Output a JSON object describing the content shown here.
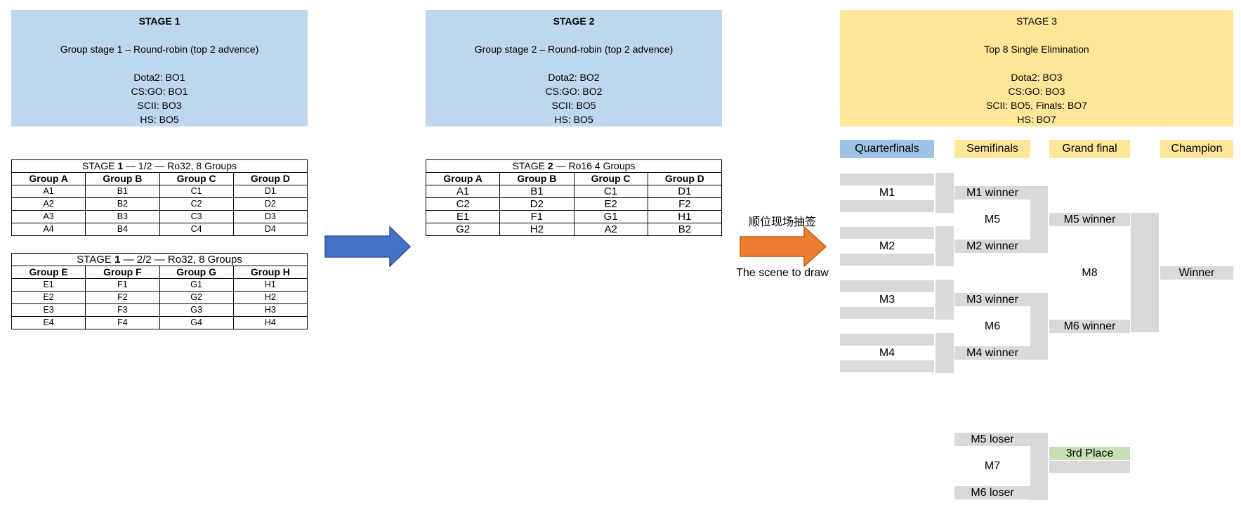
{
  "stage1": {
    "title": "STAGE 1",
    "desc": "Group stage 1 – Round-robin (top 2 advence)",
    "formats": [
      "Dota2: BO1",
      "CS:GO: BO1",
      "SCII: BO3",
      "HS: BO5"
    ]
  },
  "stage2": {
    "title": "STAGE 2",
    "desc": "Group stage 2 – Round-robin (top 2 advence)",
    "formats": [
      "Dota2: BO2",
      "CS:GO: BO2",
      "SCII: BO5",
      "HS: BO5"
    ]
  },
  "stage3": {
    "title": "STAGE 3",
    "desc": "Top 8 Single Elimination",
    "formats": [
      "Dota2: BO3",
      "CS:GO: BO3",
      "SCII: BO5,  Finals: BO7",
      "HS: BO7"
    ]
  },
  "table1": {
    "cap_pre": "STAGE ",
    "cap_num": "1",
    "cap_post": " — 1/2 — Ro32, 8 Groups",
    "headers": [
      "Group A",
      "Group B",
      "Group C",
      "Group D"
    ],
    "rows": [
      [
        "A1",
        "B1",
        "C1",
        "D1"
      ],
      [
        "A2",
        "B2",
        "C2",
        "D2"
      ],
      [
        "A3",
        "B3",
        "C3",
        "D3"
      ],
      [
        "A4",
        "B4",
        "C4",
        "D4"
      ]
    ]
  },
  "table2": {
    "cap_pre": "STAGE ",
    "cap_num": "1",
    "cap_post": " — 2/2 — Ro32, 8 Groups",
    "headers": [
      "Group E",
      "Group F",
      "Group G",
      "Group H"
    ],
    "rows": [
      [
        "E1",
        "F1",
        "G1",
        "H1"
      ],
      [
        "E2",
        "F2",
        "G2",
        "H2"
      ],
      [
        "E3",
        "F3",
        "G3",
        "H3"
      ],
      [
        "E4",
        "F4",
        "G4",
        "H4"
      ]
    ]
  },
  "table3": {
    "cap_pre": "STAGE ",
    "cap_num": "2",
    "cap_post": " — Ro16 4 Groups",
    "headers": [
      "Group A",
      "Group B",
      "Group C",
      "Group D"
    ],
    "rows": [
      [
        "A1",
        "B1",
        "C1",
        "D1"
      ],
      [
        "C2",
        "D2",
        "E2",
        "F2"
      ],
      [
        "E1",
        "F1",
        "G1",
        "H1"
      ],
      [
        "G2",
        "H2",
        "A2",
        "B2"
      ]
    ]
  },
  "draw": {
    "cn": "顺位现场抽签",
    "en": "The scene to draw"
  },
  "bracket": {
    "headers": {
      "qf": "Quarterfinals",
      "sf": "Semifinals",
      "gf": "Grand final",
      "champ": "Champion"
    },
    "qf": [
      "M1",
      "M2",
      "M3",
      "M4"
    ],
    "sf_in": [
      "M1 winner",
      "M2 winner",
      "M3 winner",
      "M4 winner"
    ],
    "sf": [
      "M5",
      "M6"
    ],
    "gf_in": [
      "M5 winner",
      "M6 winner"
    ],
    "gf": "M8",
    "champ": "Winner",
    "third_in": [
      "M5 loser",
      "M6 loser"
    ],
    "third_match": "M7",
    "third": "3rd Place"
  },
  "colors": {
    "stage_blue": "#bdd7ee",
    "stage_yellow": "#ffe699",
    "qf_header": "#9dc3e6",
    "bar_grey": "#d9d9d9",
    "arrow_blue": "#4472c4",
    "arrow_orange": "#ed7d31",
    "third_green": "#c6e0b4"
  }
}
